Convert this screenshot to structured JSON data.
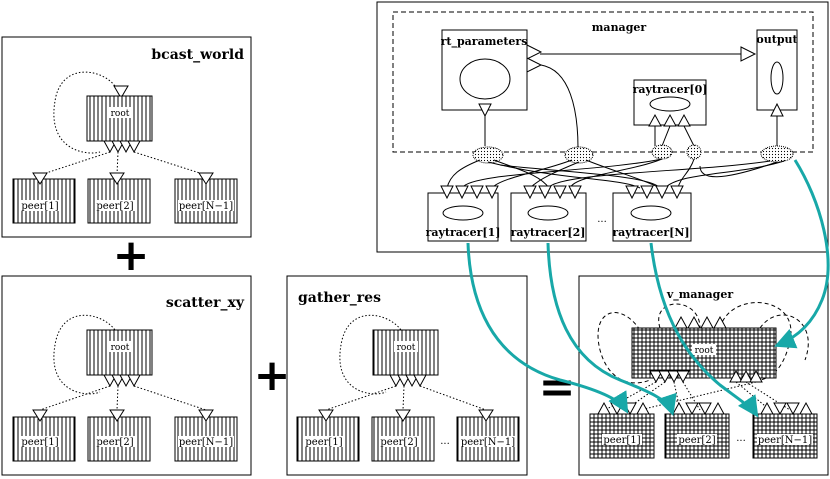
{
  "colors": {
    "accent": "#18a8a8",
    "stroke": "#000000"
  },
  "panels": {
    "bcast": {
      "title": "bcast_world",
      "root": "root",
      "peers": [
        "peer[1]",
        "peer[2]",
        "peer[N−1]"
      ]
    },
    "scatter": {
      "title": "scatter_xy",
      "root": "root",
      "peers": [
        "peer[1]",
        "peer[2]",
        "peer[N−1]"
      ]
    },
    "gather": {
      "title": "gather_res",
      "root": "root",
      "peers": [
        "peer[1]",
        "peer[2]",
        "peer[N−1]"
      ],
      "ellipsis": "..."
    },
    "vmanager": {
      "title": "v_manager",
      "root": "root",
      "peers": [
        "peer[1]",
        "peer[2]",
        "peer[N−1]"
      ],
      "ellipsis": "..."
    },
    "manager": {
      "title": "manager",
      "rt_parameters": "rt_parameters",
      "output": "output",
      "raytracer0": "raytracer[0]",
      "raytracers": [
        "raytracer[1]",
        "raytracer[2]",
        "raytracer[N]"
      ],
      "ellipsis": "..."
    }
  },
  "operators": {
    "plus": "+",
    "equals": "="
  }
}
